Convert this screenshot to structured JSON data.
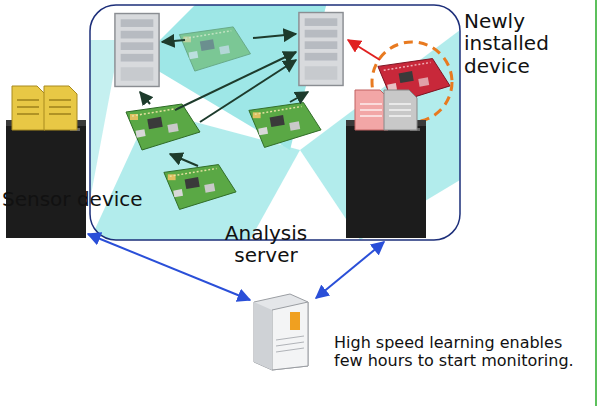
{
  "diagram": {
    "nodes": [
      {
        "text": [
          "Sensor device"
        ]
      },
      {
        "text": [
          "Analysis server"
        ]
      }
    ],
    "edges": [
      {
        "from": 0,
        "to": 1,
        "arrow": "both"
      }
    ],
    "labels": [
      "Newly installed device",
      "High speed learning enables few hours to start monitoring."
    ]
  }
}
